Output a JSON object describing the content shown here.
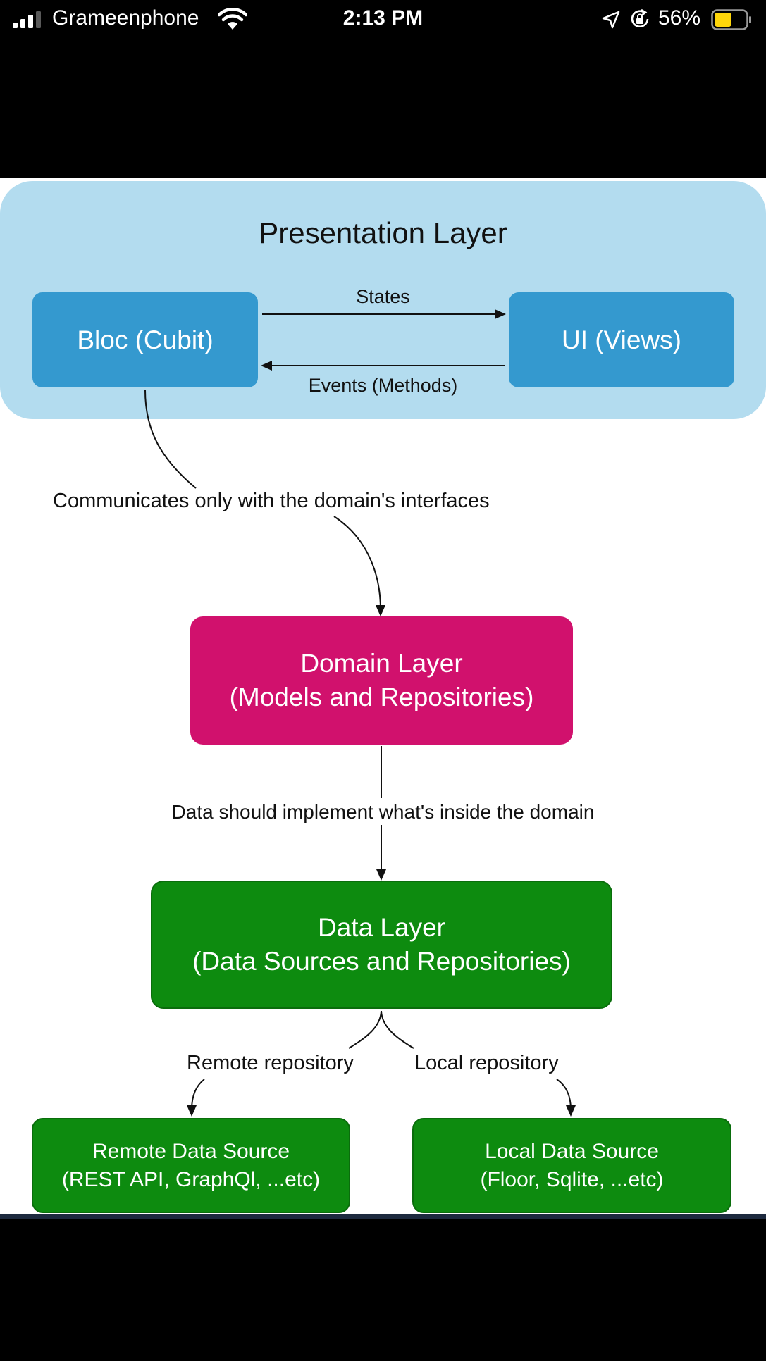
{
  "status_bar": {
    "carrier": "Grameenphone",
    "time": "2:13 PM",
    "battery_percent": "56%",
    "signal_bars": 3,
    "battery_level": 0.56
  },
  "diagram": {
    "presentation_layer": {
      "title": "Presentation Layer",
      "bloc": "Bloc (Cubit)",
      "ui": "UI (Views)",
      "states_label": "States",
      "events_label": "Events (Methods)"
    },
    "communicates_label": "Communicates only with the domain's interfaces",
    "domain_layer": {
      "title": "Domain Layer",
      "subtitle": "(Models and Repositories)"
    },
    "implement_label": "Data should implement what's inside the domain",
    "data_layer": {
      "title": "Data Layer",
      "subtitle": "(Data Sources and Repositories)"
    },
    "remote_repository_label": "Remote repository",
    "local_repository_label": "Local repository",
    "remote_source": {
      "title": "Remote Data Source",
      "subtitle": "(REST API, GraphQl, ...etc)"
    },
    "local_source": {
      "title": "Local Data Source",
      "subtitle": "(Floor, Sqlite, ...etc)"
    }
  },
  "colors": {
    "presentation_bg": "#b3dcef",
    "bloc_ui_box": "#3499cf",
    "domain_box": "#d1116d",
    "data_box": "#0d8b0f",
    "battery_fill": "#ffd60a"
  }
}
